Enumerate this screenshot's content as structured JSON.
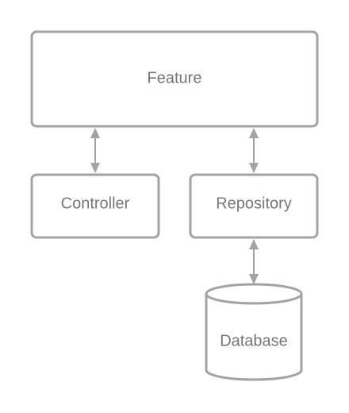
{
  "nodes": {
    "feature": "Feature",
    "controller": "Controller",
    "repository": "Repository",
    "database": "Database"
  },
  "connections": [
    {
      "from": "feature",
      "to": "controller",
      "direction": "bidirectional"
    },
    {
      "from": "feature",
      "to": "repository",
      "direction": "bidirectional"
    },
    {
      "from": "repository",
      "to": "database",
      "direction": "bidirectional"
    }
  ],
  "colors": {
    "stroke": "#a3a3a3",
    "text": "#767676",
    "background": "#ffffff"
  }
}
